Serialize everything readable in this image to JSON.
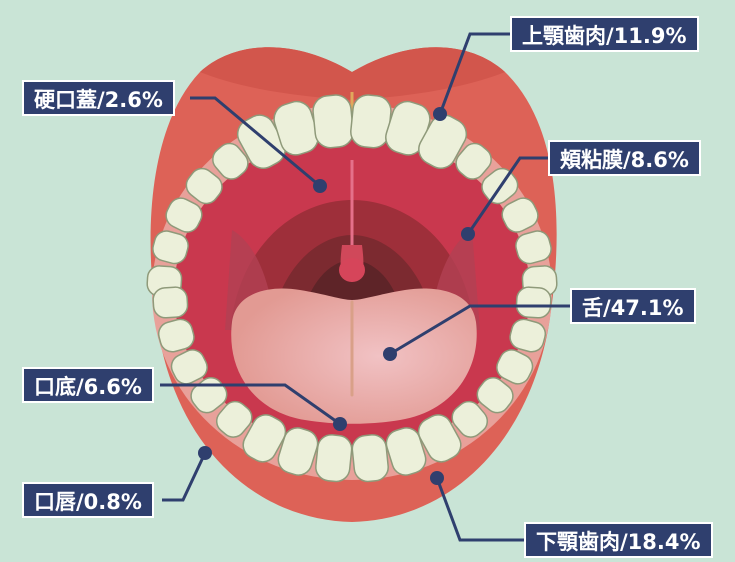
{
  "colors": {
    "background": "#c9e4d6",
    "label_bg": "#2f3f6e",
    "label_text": "#ffffff",
    "lip": "#dd6257",
    "gum": "#e8a19a",
    "mouth_cavity": "#c9384e",
    "tongue": "#e6a6a3",
    "tooth": "#ecf0da",
    "leader_line": "#2f3f6e"
  },
  "labels": [
    {
      "id": "upper-gingiva",
      "text": "上顎歯肉/11.9%"
    },
    {
      "id": "hard-palate",
      "text": "硬口蓋/2.6%"
    },
    {
      "id": "buccal-mucosa",
      "text": "頬粘膜/8.6%"
    },
    {
      "id": "tongue",
      "text": "舌/47.1%"
    },
    {
      "id": "floor-of-mouth",
      "text": "口底/6.6%"
    },
    {
      "id": "lip",
      "text": "口唇/0.8%"
    },
    {
      "id": "lower-gingiva",
      "text": "下顎歯肉/18.4%"
    }
  ]
}
